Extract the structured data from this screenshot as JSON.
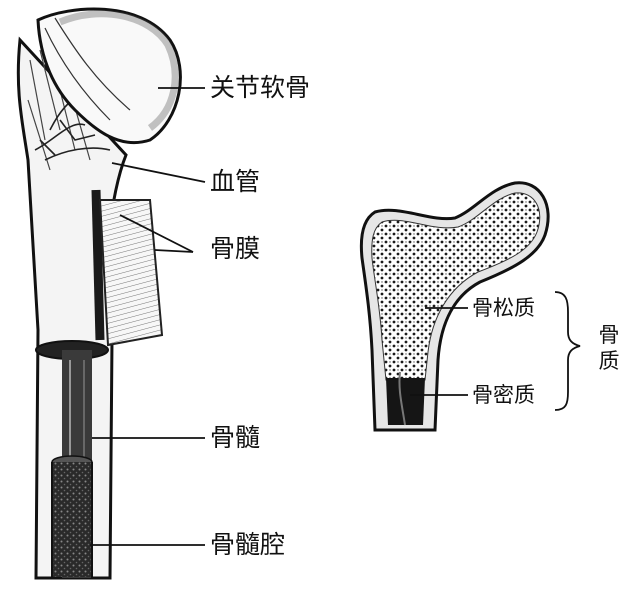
{
  "femur_labels": {
    "articular_cartilage": "关节软骨",
    "blood_vessel": "血管",
    "periosteum": "骨膜",
    "bone_marrow": "骨髓",
    "marrow_cavity": "骨髓腔"
  },
  "section_labels": {
    "spongy_bone": "骨松质",
    "compact_bone": "骨密质",
    "bone_substance": "骨质"
  }
}
